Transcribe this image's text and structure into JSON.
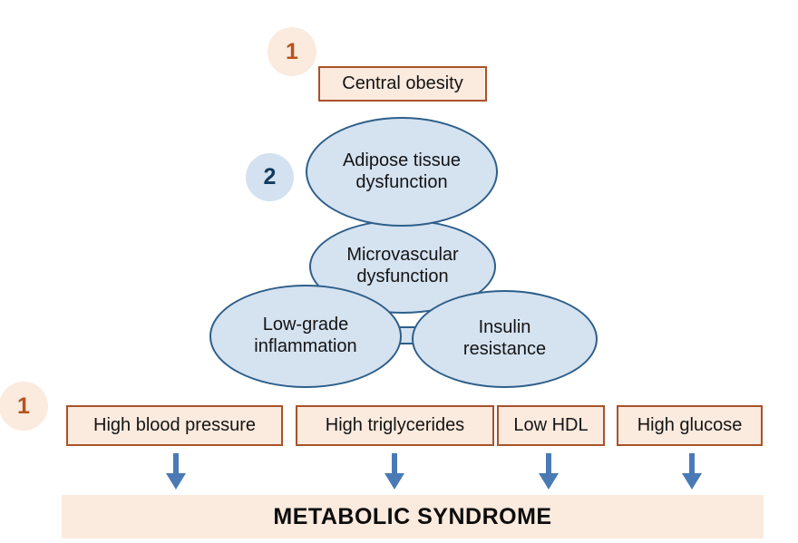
{
  "diagram": {
    "title": "Metabolic syndrome pathophysiology diagram",
    "colors": {
      "badge_peach_fill": "#fbeade",
      "badge_peach_text": "#b5541f",
      "badge_blue_fill": "#d3e1f0",
      "badge_blue_text": "#113a5c",
      "box_fill": "#fbeade",
      "box_border": "#a8522a",
      "ellipse_fill": "#d5e2f0",
      "ellipse_border": "#2e5f8a",
      "arrow": "#4a7ab5",
      "banner_fill": "#fbeade",
      "banner_text": "#0d0d0d",
      "background": "#ffffff"
    },
    "badges": [
      {
        "id": "badge-top-1",
        "label": "1",
        "style": "peach"
      },
      {
        "id": "badge-mid-2",
        "label": "2",
        "style": "blue"
      },
      {
        "id": "badge-bottom-1",
        "label": "1",
        "style": "peach"
      }
    ],
    "top_box": {
      "label": "Central obesity"
    },
    "ellipses": [
      {
        "id": "adipose",
        "line1": "Adipose tissue",
        "line2": "dysfunction"
      },
      {
        "id": "microvascular",
        "line1": "Microvascular",
        "line2": "dysfunction"
      },
      {
        "id": "inflammation",
        "line1": "Low-grade",
        "line2": "inflammation"
      },
      {
        "id": "insulin",
        "line1": "Insulin",
        "line2": "resistance"
      }
    ],
    "criteria_boxes": [
      {
        "id": "high-blood-pressure",
        "label": "High blood pressure"
      },
      {
        "id": "high-triglycerides",
        "label": "High triglycerides"
      },
      {
        "id": "low-hdl",
        "label": "Low HDL"
      },
      {
        "id": "high-glucose",
        "label": "High glucose"
      }
    ],
    "arrows": [
      {
        "id": "arrow-1",
        "direction": "down"
      },
      {
        "id": "arrow-2",
        "direction": "down"
      },
      {
        "id": "arrow-3",
        "direction": "down"
      },
      {
        "id": "arrow-4",
        "direction": "down"
      }
    ],
    "banner": {
      "label": "METABOLIC  SYNDROME"
    }
  }
}
